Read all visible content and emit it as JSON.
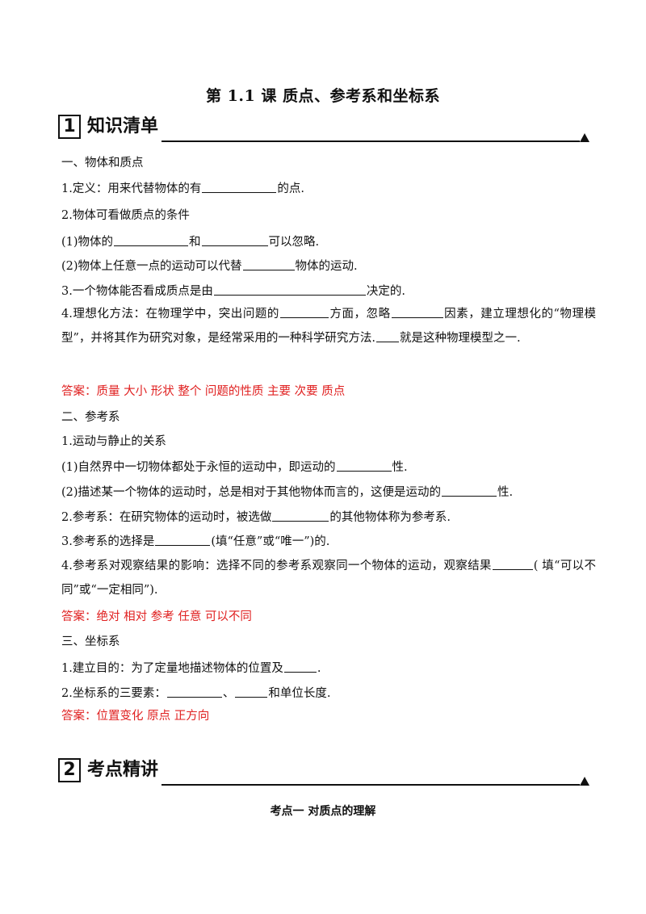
{
  "doc": {
    "title": "第 1.1 课  质点、参考系和坐标系",
    "sections": [
      {
        "num": "1",
        "title": "知识清单"
      },
      {
        "num": "2",
        "title": "考点精讲"
      }
    ],
    "s1": {
      "heading": "一、物体和质点",
      "l1a": "1.定义：用来代替物体的有",
      "l1b": "的点.",
      "l2": "2.物体可看做质点的条件",
      "l3a": "(1)物体的",
      "l3b": "和",
      "l3c": "可以忽略.",
      "l4a": "(2)物体上任意一点的运动可以代替",
      "l4b": "物体的运动.",
      "l5a": "3.一个物体能否看成质点是由",
      "l5b": "决定的.",
      "l6a": "4.理想化方法：在物理学中，突出问题的",
      "l6b": "方面，忽略",
      "l6c": "因素，建立理想化的“物理模型”，并将其作为研究对象，是经常采用的一种科学研究方法.",
      "l6d": "就是这种物理模型之一.",
      "answer": "答案：质量  大小  形状  整个  问题的性质  主要  次要  质点"
    },
    "s2": {
      "heading": "二、参考系",
      "l1": "1.运动与静止的关系",
      "l2a": "(1)自然界中一切物体都处于永恒的运动中，即运动的",
      "l2b": "性.",
      "l3a": "(2)描述某一个物体的运动时，总是相对于其他物体而言的，这便是运动的",
      "l3b": "性.",
      "l4a": "2.参考系：在研究物体的运动时，被选做",
      "l4b": "的其他物体称为参考系.",
      "l5a": "3.参考系的选择是",
      "l5b": "(填“任意”或“唯一”)的.",
      "l6a": "4.参考系对观察结果的影响：选择不同的参考系观察同一个物体的运动，观察结果",
      "l6b": "( 填“可以不同”或“一定相同”).",
      "answer": "答案：绝对  相对  参考  任意  可以不同"
    },
    "s3": {
      "heading": "三、坐标系",
      "l1a": "1.建立目的：为了定量地描述物体的位置及",
      "l1b": ".",
      "l2a": "2.坐标系的三要素：",
      "l2b": "、",
      "l2c": "和单位长度.",
      "answer": "答案：位置变化  原点  正方向"
    },
    "subhead": "考点一  对质点的理解"
  }
}
